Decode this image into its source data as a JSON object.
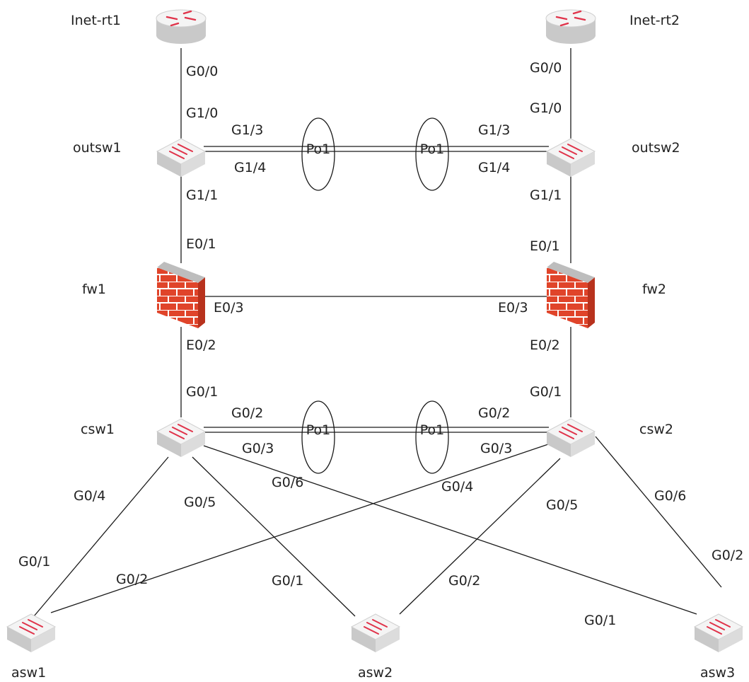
{
  "colors": {
    "line": "#1a1a1a",
    "device_top": "#f4f4f4",
    "device_side": "#c9c9c9",
    "arrow": "#e0334a",
    "brick": "#e0442a",
    "mortar": "#ffffff",
    "fw_cap": "#bdbdbd"
  },
  "nodes": [
    {
      "id": "inet-rt1",
      "kind": "router",
      "label": "Inet-rt1"
    },
    {
      "id": "inet-rt2",
      "kind": "router",
      "label": "Inet-rt2"
    },
    {
      "id": "outsw1",
      "kind": "switch",
      "label": "outsw1"
    },
    {
      "id": "outsw2",
      "kind": "switch",
      "label": "outsw2"
    },
    {
      "id": "fw1",
      "kind": "firewall",
      "label": "fw1"
    },
    {
      "id": "fw2",
      "kind": "firewall",
      "label": "fw2"
    },
    {
      "id": "csw1",
      "kind": "switch",
      "label": "csw1"
    },
    {
      "id": "csw2",
      "kind": "switch",
      "label": "csw2"
    },
    {
      "id": "asw1",
      "kind": "switch",
      "label": "asw1"
    },
    {
      "id": "asw2",
      "kind": "switch",
      "label": "asw2"
    },
    {
      "id": "asw3",
      "kind": "switch",
      "label": "asw3"
    }
  ],
  "port_channels": [
    {
      "id": "outsw1-po",
      "label": "Po1"
    },
    {
      "id": "outsw2-po",
      "label": "Po1"
    },
    {
      "id": "csw1-po",
      "label": "Po1"
    },
    {
      "id": "csw2-po",
      "label": "Po1"
    }
  ],
  "port_labels": [
    "G0/0",
    "G1/0",
    "G0/0",
    "G1/0",
    "G1/3",
    "G1/4",
    "G1/3",
    "G1/4",
    "G1/1",
    "E0/1",
    "G1/1",
    "E0/1",
    "E0/3",
    "E0/3",
    "E0/2",
    "G0/1",
    "E0/2",
    "G0/1",
    "G0/2",
    "G0/3",
    "G0/2",
    "G0/3",
    "G0/4",
    "G0/5",
    "G0/6",
    "G0/4",
    "G0/5",
    "G0/6",
    "G0/1",
    "G0/2",
    "G0/1",
    "G0/2",
    "G0/1",
    "G0/2"
  ]
}
